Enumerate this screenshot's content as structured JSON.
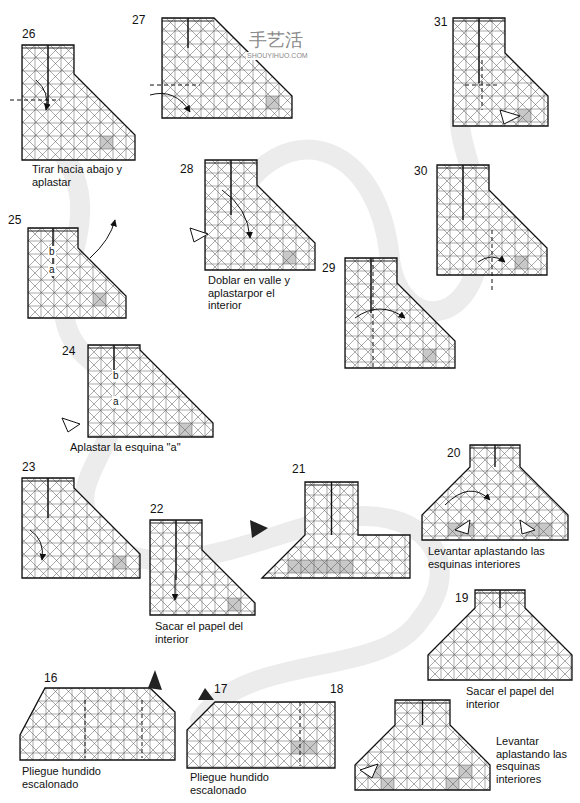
{
  "diagram": {
    "labels": [
      "手艺活",
      "SHOUYIHUO.COM",
      "26",
      "27",
      "31",
      "Tirar hacia abajo y aplastar",
      "28",
      "30",
      "b",
      "a",
      "25",
      "Doblar en valle y aplastarpor el interior",
      "29",
      "b",
      "a",
      "24",
      "Aplastar la esquina \"a\"",
      "23",
      "21",
      "20",
      "22",
      "Levantar aplastando las esquinas interiores",
      "19",
      "Sacar el papel del interior",
      "Sacar el papel del interior",
      "16",
      "17",
      "18",
      "Levantar aplastando las esquinas interiores",
      "Pliegue hundido escalonado",
      "Pliegue hundido escalonado"
    ]
  }
}
